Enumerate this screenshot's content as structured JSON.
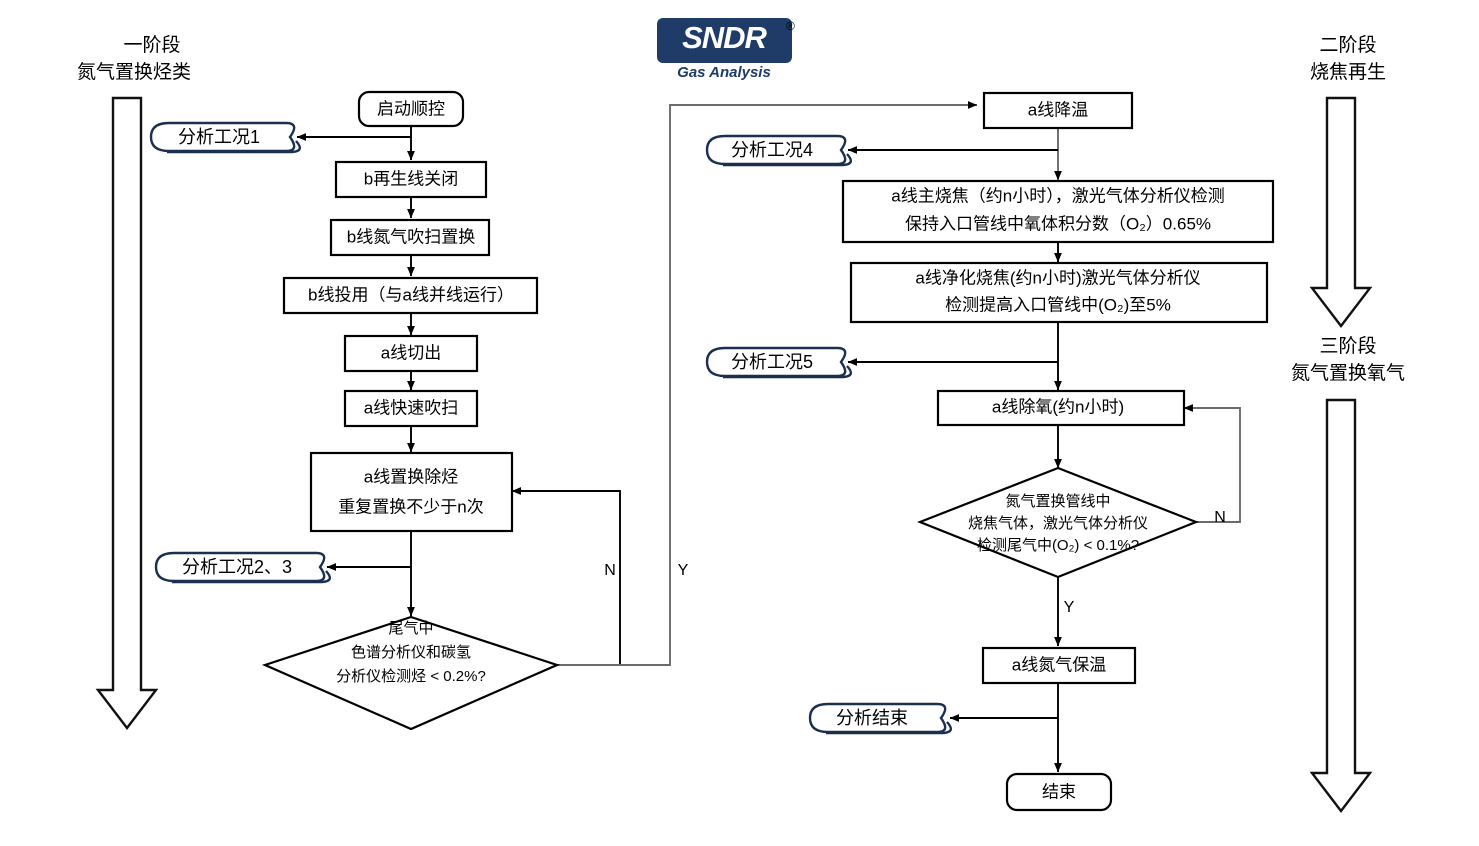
{
  "logo": {
    "mark": "SNDR",
    "registered": "®",
    "tagline": "Gas Analysis"
  },
  "stages": {
    "left": {
      "line1": "一阶段",
      "line2": "氮气置换烃类"
    },
    "right_top": {
      "line1": "二阶段",
      "line2": "烧焦再生"
    },
    "right_bottom": {
      "line1": "三阶段",
      "line2": "氮气置换氧气"
    }
  },
  "nodes": {
    "start": "启动顺控",
    "b_close": "b再生线关闭",
    "b_purge": "b线氮气吹扫置换",
    "b_inuse": "b线投用（与a线并线运行）",
    "a_cutout": "a线切出",
    "a_fastpurge": "a线快速吹扫",
    "a_dehydro_l1": "a线置换除烃",
    "a_dehydro_l2": "重复置换不少于n次",
    "a_cooldown": "a线降温",
    "a_mainburn_l1": "a线主烧焦（约n小时），激光气体分析仪检测",
    "a_mainburn_l2": "保持入口管线中氧体积分数（O₂）0.65%",
    "a_purifyburn_l1": "a线净化烧焦(约n小时)激光气体分析仪",
    "a_purifyburn_l2": "检测提高入口管线中(O₂)至5%",
    "a_deoxy": "a线除氧(约n小时)",
    "a_n2_keepwarm": "a线氮气保温",
    "end": "结束"
  },
  "decisions": {
    "hydrocarbon": {
      "l1": "尾气中",
      "l2": "色谱分析仪和碳氢",
      "l3": "分析仪检测烃 < 0.2%?"
    },
    "oxygen": {
      "l1": "氮气置换管线中",
      "l2": "烧焦气体，激光气体分析仪",
      "l3": "检测尾气中(O₂) < 0.1%?"
    }
  },
  "badges": {
    "case1": "分析工况1",
    "case23": "分析工况2、3",
    "case4": "分析工况4",
    "case5": "分析工况5",
    "done": "分析结束"
  },
  "branch_labels": {
    "hydro_no": "N",
    "hydro_yes": "Y",
    "oxy_no": "N",
    "oxy_yes": "Y"
  },
  "colors": {
    "badge_stroke": "#1b2f51",
    "logo_blue": "#1f3c68",
    "line": "#000000",
    "line_gray": "#6b6b6b"
  }
}
